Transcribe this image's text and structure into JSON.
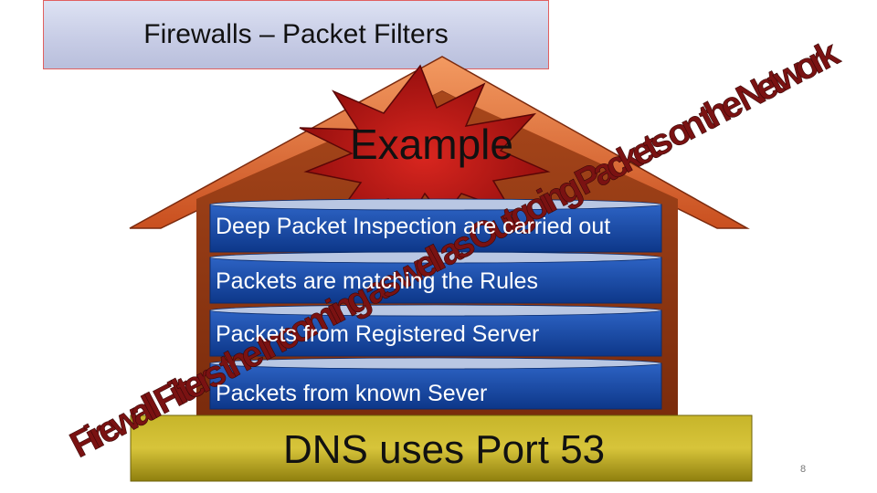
{
  "slide": {
    "title": "Firewalls – Packet Filters",
    "burst_label": "Example",
    "bars": [
      {
        "label": "Deep Packet Inspection are carried out"
      },
      {
        "label": "Packets are matching the Rules"
      },
      {
        "label": "Packets from Registered Server"
      },
      {
        "label": "Packets from known Sever"
      }
    ],
    "base_label": "DNS uses Port 53",
    "overlay_text": "Firewall Filters the Incoming as well as Outgoing Packets on the Network",
    "page_number": "8"
  },
  "colors": {
    "roof": "#e0733a",
    "roof_dark": "#7b2a0e",
    "house_wall": "#9a3c12",
    "bar_fill": "#1448a6",
    "bar_top": "#b9c7e3",
    "burst": "#a80f0f",
    "base": "#b8a51a",
    "overlay_text": "#7a1212"
  }
}
